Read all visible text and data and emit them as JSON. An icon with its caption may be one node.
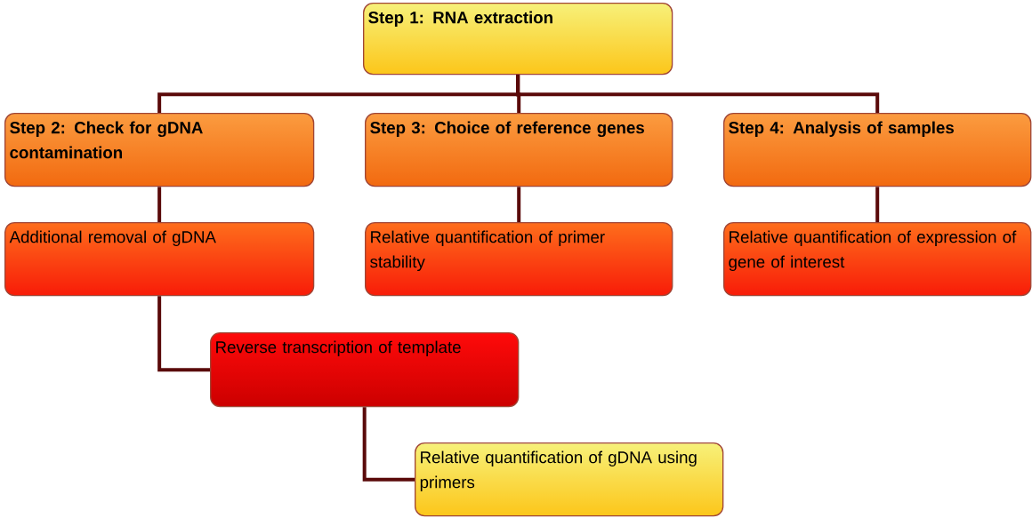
{
  "diagram": {
    "nodes": [
      {
        "text": [
          "Step 1: RNA extraction"
        ]
      },
      {
        "text": [
          "Step 2: Check for gDNA contamination"
        ]
      },
      {
        "text": [
          "Step 3:  Choice of reference genes"
        ]
      },
      {
        "text": [
          "Step 4: Analysis  of samples"
        ]
      },
      {
        "text": [
          "Additional removal of gDNA"
        ]
      },
      {
        "text": [
          "Relative quantification of primer stability"
        ]
      },
      {
        "text": [
          "Relative quantification of expression of gene of interest"
        ]
      },
      {
        "text": [
          "Reverse transcription of template"
        ]
      },
      {
        "text": [
          "Relative quantification of gDNA  using primers"
        ]
      }
    ],
    "edges": [
      {
        "from": 0,
        "to": 1,
        "arrow": "none"
      },
      {
        "from": 0,
        "to": 2,
        "arrow": "none"
      },
      {
        "from": 0,
        "to": 3,
        "arrow": "none"
      },
      {
        "from": 1,
        "to": 4,
        "arrow": "none"
      },
      {
        "from": 2,
        "to": 5,
        "arrow": "none"
      },
      {
        "from": 3,
        "to": 6,
        "arrow": "none"
      },
      {
        "from": 4,
        "to": 7,
        "arrow": "none"
      },
      {
        "from": 7,
        "to": 8,
        "arrow": "none"
      }
    ]
  }
}
